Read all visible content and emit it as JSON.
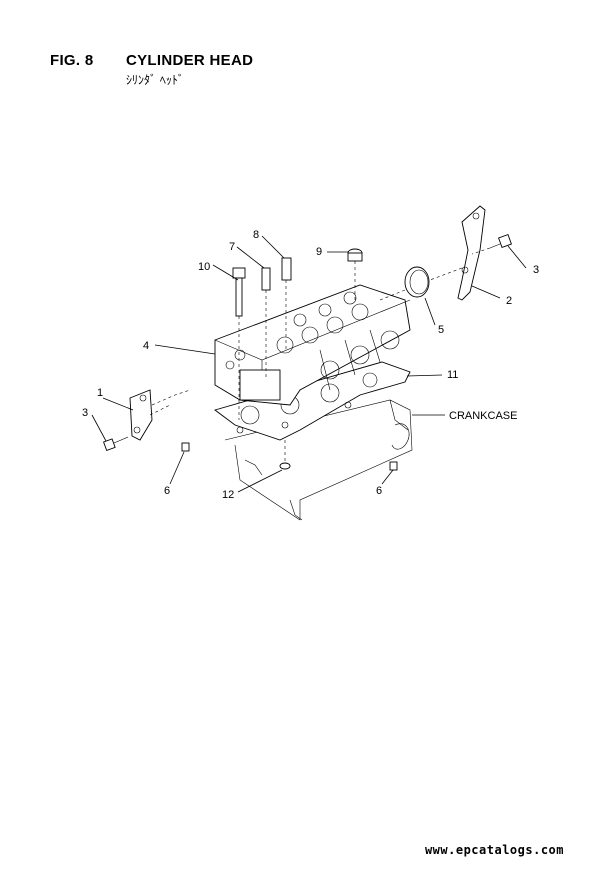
{
  "header": {
    "fig_number": "FIG. 8",
    "title": "CYLINDER HEAD",
    "subtitle": "ｼﾘﾝﾀﾞ ﾍｯﾄﾞ"
  },
  "callouts": {
    "c1": "1",
    "c2": "2",
    "c3a": "3",
    "c3b": "3",
    "c4": "4",
    "c5": "5",
    "c6a": "6",
    "c6b": "6",
    "c7": "7",
    "c8": "8",
    "c9": "9",
    "c10": "10",
    "c11": "11",
    "c12": "12",
    "crankcase": "CRANKCASE"
  },
  "footer": {
    "url": "www.epcatalogs.com"
  }
}
